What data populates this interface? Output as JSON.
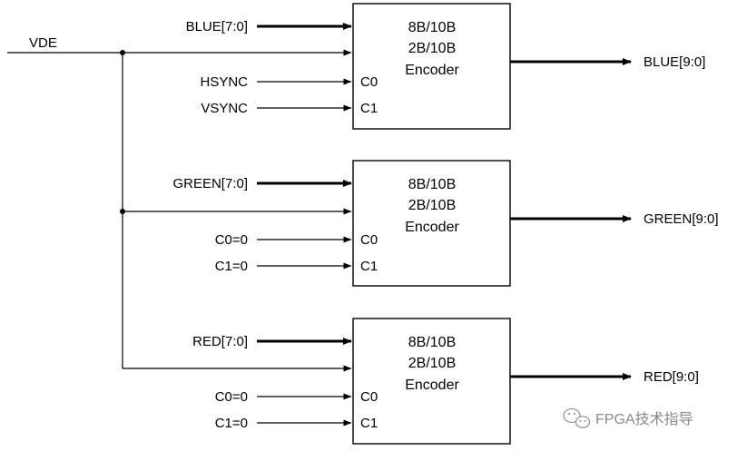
{
  "vde_label": "VDE",
  "encoders": [
    {
      "lines": [
        "8B/10B",
        "2B/10B",
        "Encoder"
      ],
      "data_in": "BLUE[7:0]",
      "c0_in": "HSYNC",
      "c1_in": "VSYNC",
      "c0_port": "C0",
      "c1_port": "C1",
      "out": "BLUE[9:0]"
    },
    {
      "lines": [
        "8B/10B",
        "2B/10B",
        "Encoder"
      ],
      "data_in": "GREEN[7:0]",
      "c0_in": "C0=0",
      "c1_in": "C1=0",
      "c0_port": "C0",
      "c1_port": "C1",
      "out": "GREEN[9:0]"
    },
    {
      "lines": [
        "8B/10B",
        "2B/10B",
        "Encoder"
      ],
      "data_in": "RED[7:0]",
      "c0_in": "C0=0",
      "c1_in": "C1=0",
      "c0_port": "C0",
      "c1_port": "C1",
      "out": "RED[9:0]"
    }
  ],
  "watermark": "FPGA技术指导"
}
